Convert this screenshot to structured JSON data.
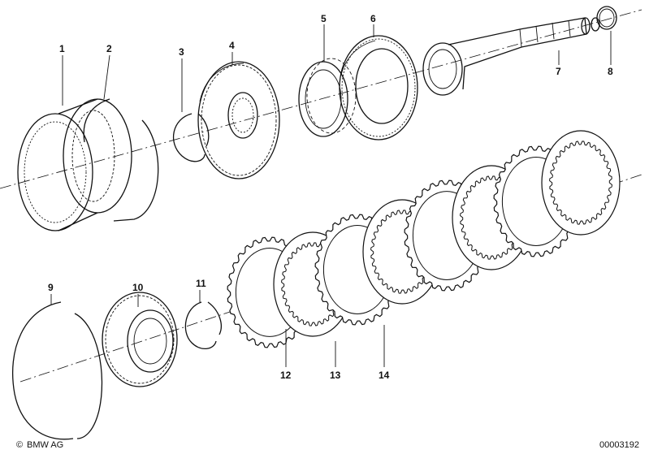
{
  "diagram": {
    "parts": [
      {
        "id": "part-1",
        "label": "1"
      },
      {
        "id": "part-2",
        "label": "2"
      },
      {
        "id": "part-3",
        "label": "3"
      },
      {
        "id": "part-4",
        "label": "4"
      },
      {
        "id": "part-5",
        "label": "5"
      },
      {
        "id": "part-6",
        "label": "6"
      },
      {
        "id": "part-7",
        "label": "7"
      },
      {
        "id": "part-8",
        "label": "8"
      },
      {
        "id": "part-9",
        "label": "9"
      },
      {
        "id": "part-10",
        "label": "10"
      },
      {
        "id": "part-11",
        "label": "11"
      },
      {
        "id": "part-12",
        "label": "12"
      },
      {
        "id": "part-13",
        "label": "13"
      },
      {
        "id": "part-14",
        "label": "14"
      }
    ],
    "footer": {
      "brand": "BMW AG",
      "copyright_symbol": "©",
      "diagram_number": "00003192"
    }
  }
}
